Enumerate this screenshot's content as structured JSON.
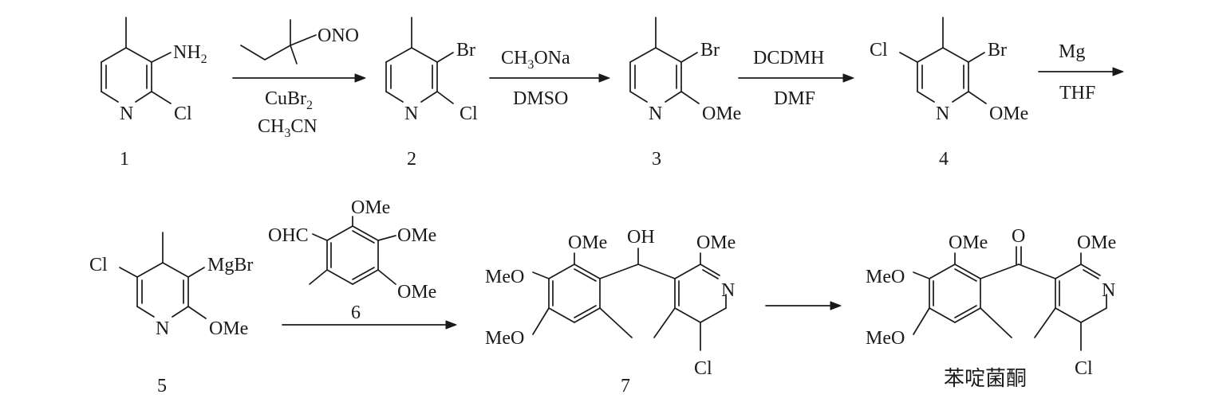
{
  "scheme": {
    "atoms": {
      "nh2": "NH",
      "two": "2",
      "cl": "Cl",
      "br": "Br",
      "n": "N",
      "ome": "OMe",
      "meo": "MeO",
      "mgbr": "MgBr",
      "oh": "OH",
      "o": "O",
      "ohc": "OHC",
      "ono": "ONO"
    },
    "reagents": {
      "step1_below_1_main": "CuBr",
      "step1_below_1_sub": "2",
      "step1_below_2_a": "CH",
      "step1_below_2_sub": "3",
      "step1_below_2_b": "CN",
      "step2_above_a": "CH",
      "step2_above_sub": "3",
      "step2_above_b": "ONa",
      "step2_below": "DMSO",
      "step3_above": "DCDMH",
      "step3_below": "DMF",
      "step4_above": "Mg",
      "step4_below": "THF"
    },
    "compounds": {
      "c1": "1",
      "c2": "2",
      "c3": "3",
      "c4": "4",
      "c5": "5",
      "c6": "6",
      "c7": "7",
      "product": "苯啶菌酮"
    }
  }
}
